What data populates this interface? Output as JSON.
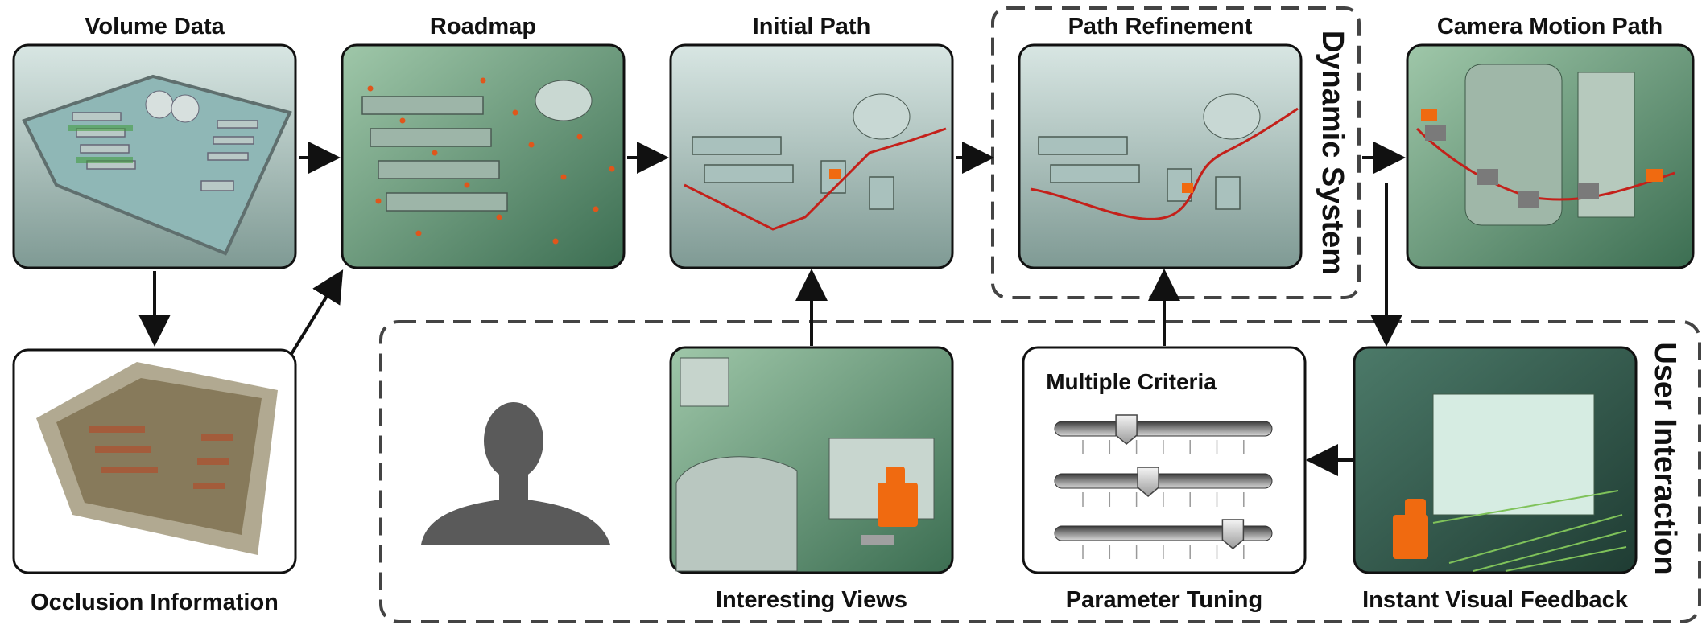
{
  "nodes": {
    "volume_data": "Volume Data",
    "roadmap": "Roadmap",
    "initial_path": "Initial Path",
    "path_refinement": "Path Refinement",
    "camera_motion_path": "Camera Motion Path",
    "occlusion_information": "Occlusion Information",
    "interesting_views": "Interesting Views",
    "parameter_tuning": "Parameter Tuning",
    "instant_visual_feedback": "Instant Visual Feedback"
  },
  "groups": {
    "dynamic_system": "Dynamic System",
    "user_interaction": "User Interaction"
  },
  "criteria_panel": {
    "title": "Multiple Criteria",
    "sliders": [
      0.33,
      0.43,
      0.82
    ]
  },
  "colors": {
    "volume_teal": "#6fb6b8",
    "foliage_green": "#3f9a3a",
    "path_red": "#c4201a",
    "camera_orange": "#f06a10",
    "silhouette": "#5a5a5a"
  },
  "icons": {
    "user": "person-silhouette-icon",
    "camera": "camera-icon"
  }
}
